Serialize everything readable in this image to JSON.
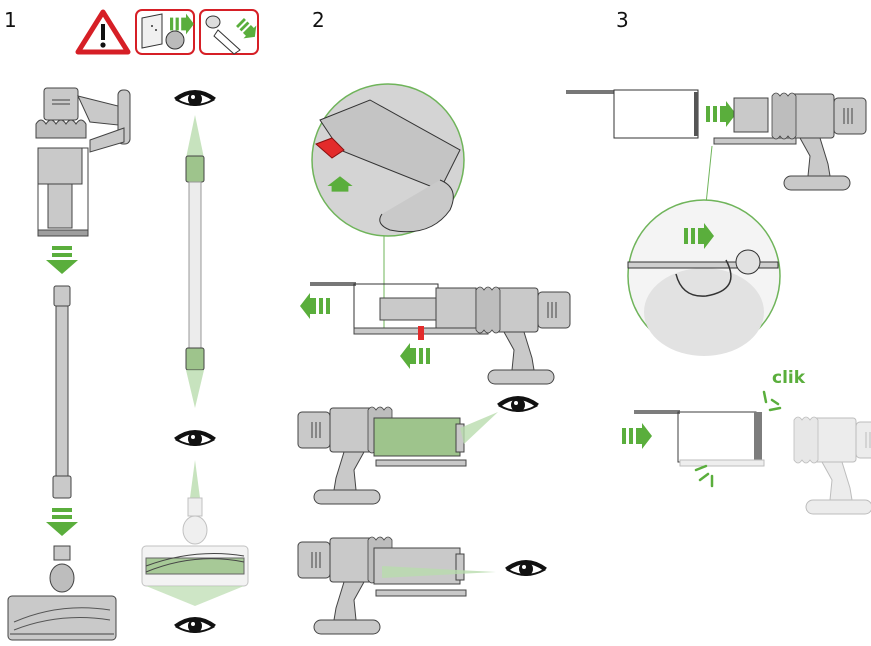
{
  "steps": [
    {
      "number": "1"
    },
    {
      "number": "2"
    },
    {
      "number": "3"
    }
  ],
  "warnings": {
    "icons": [
      "warning-triangle-icon",
      "unplug-charger-icon",
      "remove-tool-icon"
    ]
  },
  "annotations": {
    "click_sound": "clik"
  },
  "colors": {
    "accent_green": "#5aae3c",
    "warning_red": "#d61f26",
    "body_grey": "#c9c9c9",
    "highlight_red": "#e32b2b",
    "sight_green": "#b9dcae"
  }
}
